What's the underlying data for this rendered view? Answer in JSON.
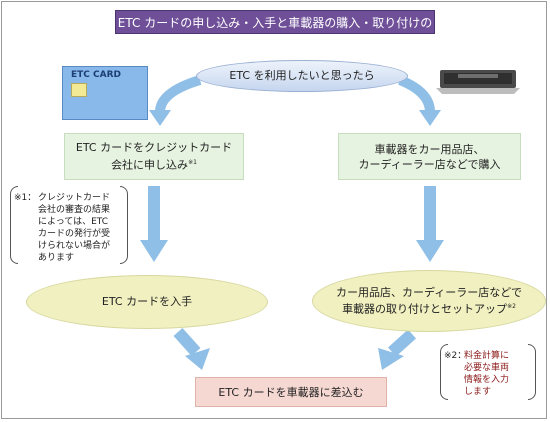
{
  "title": "ETC カードの申し込み・入手と車載器の購入・取り付けのフロー",
  "start": "ETC を利用したいと思ったら",
  "card_image": {
    "label": "ETC CARD"
  },
  "step_left_1": {
    "line1": "ETC カードをクレジットカード",
    "line2": "会社に申し込み",
    "mark": "※1"
  },
  "step_right_1": {
    "line1": "車載器をカー用品店、",
    "line2": "カーディーラー店などで購入"
  },
  "step_left_2": "ETC カードを入手",
  "step_right_2": {
    "line1": "カー用品店、カーディーラー店などで",
    "line2": "車載器の取り付けとセットアップ",
    "mark": "※2"
  },
  "final": "ETC カードを車載器に差込む",
  "note1": {
    "mark": "※1：",
    "lines": [
      "クレジットカード",
      "会社の審査の結果",
      "によっては、ETC",
      "カードの発行が受",
      "けられない場合が",
      "あります"
    ]
  },
  "note2": {
    "mark": "※2：",
    "lines": [
      "料金計算に",
      "必要な車両",
      "情報を入力",
      "します"
    ]
  },
  "colors": {
    "title_bg": "#6e4f98",
    "arrow": "#8fbfe6",
    "green_box": "#e7f3e1",
    "yellow_ellipse": "#f0f0c0",
    "pink_box": "#f6d8d2"
  }
}
